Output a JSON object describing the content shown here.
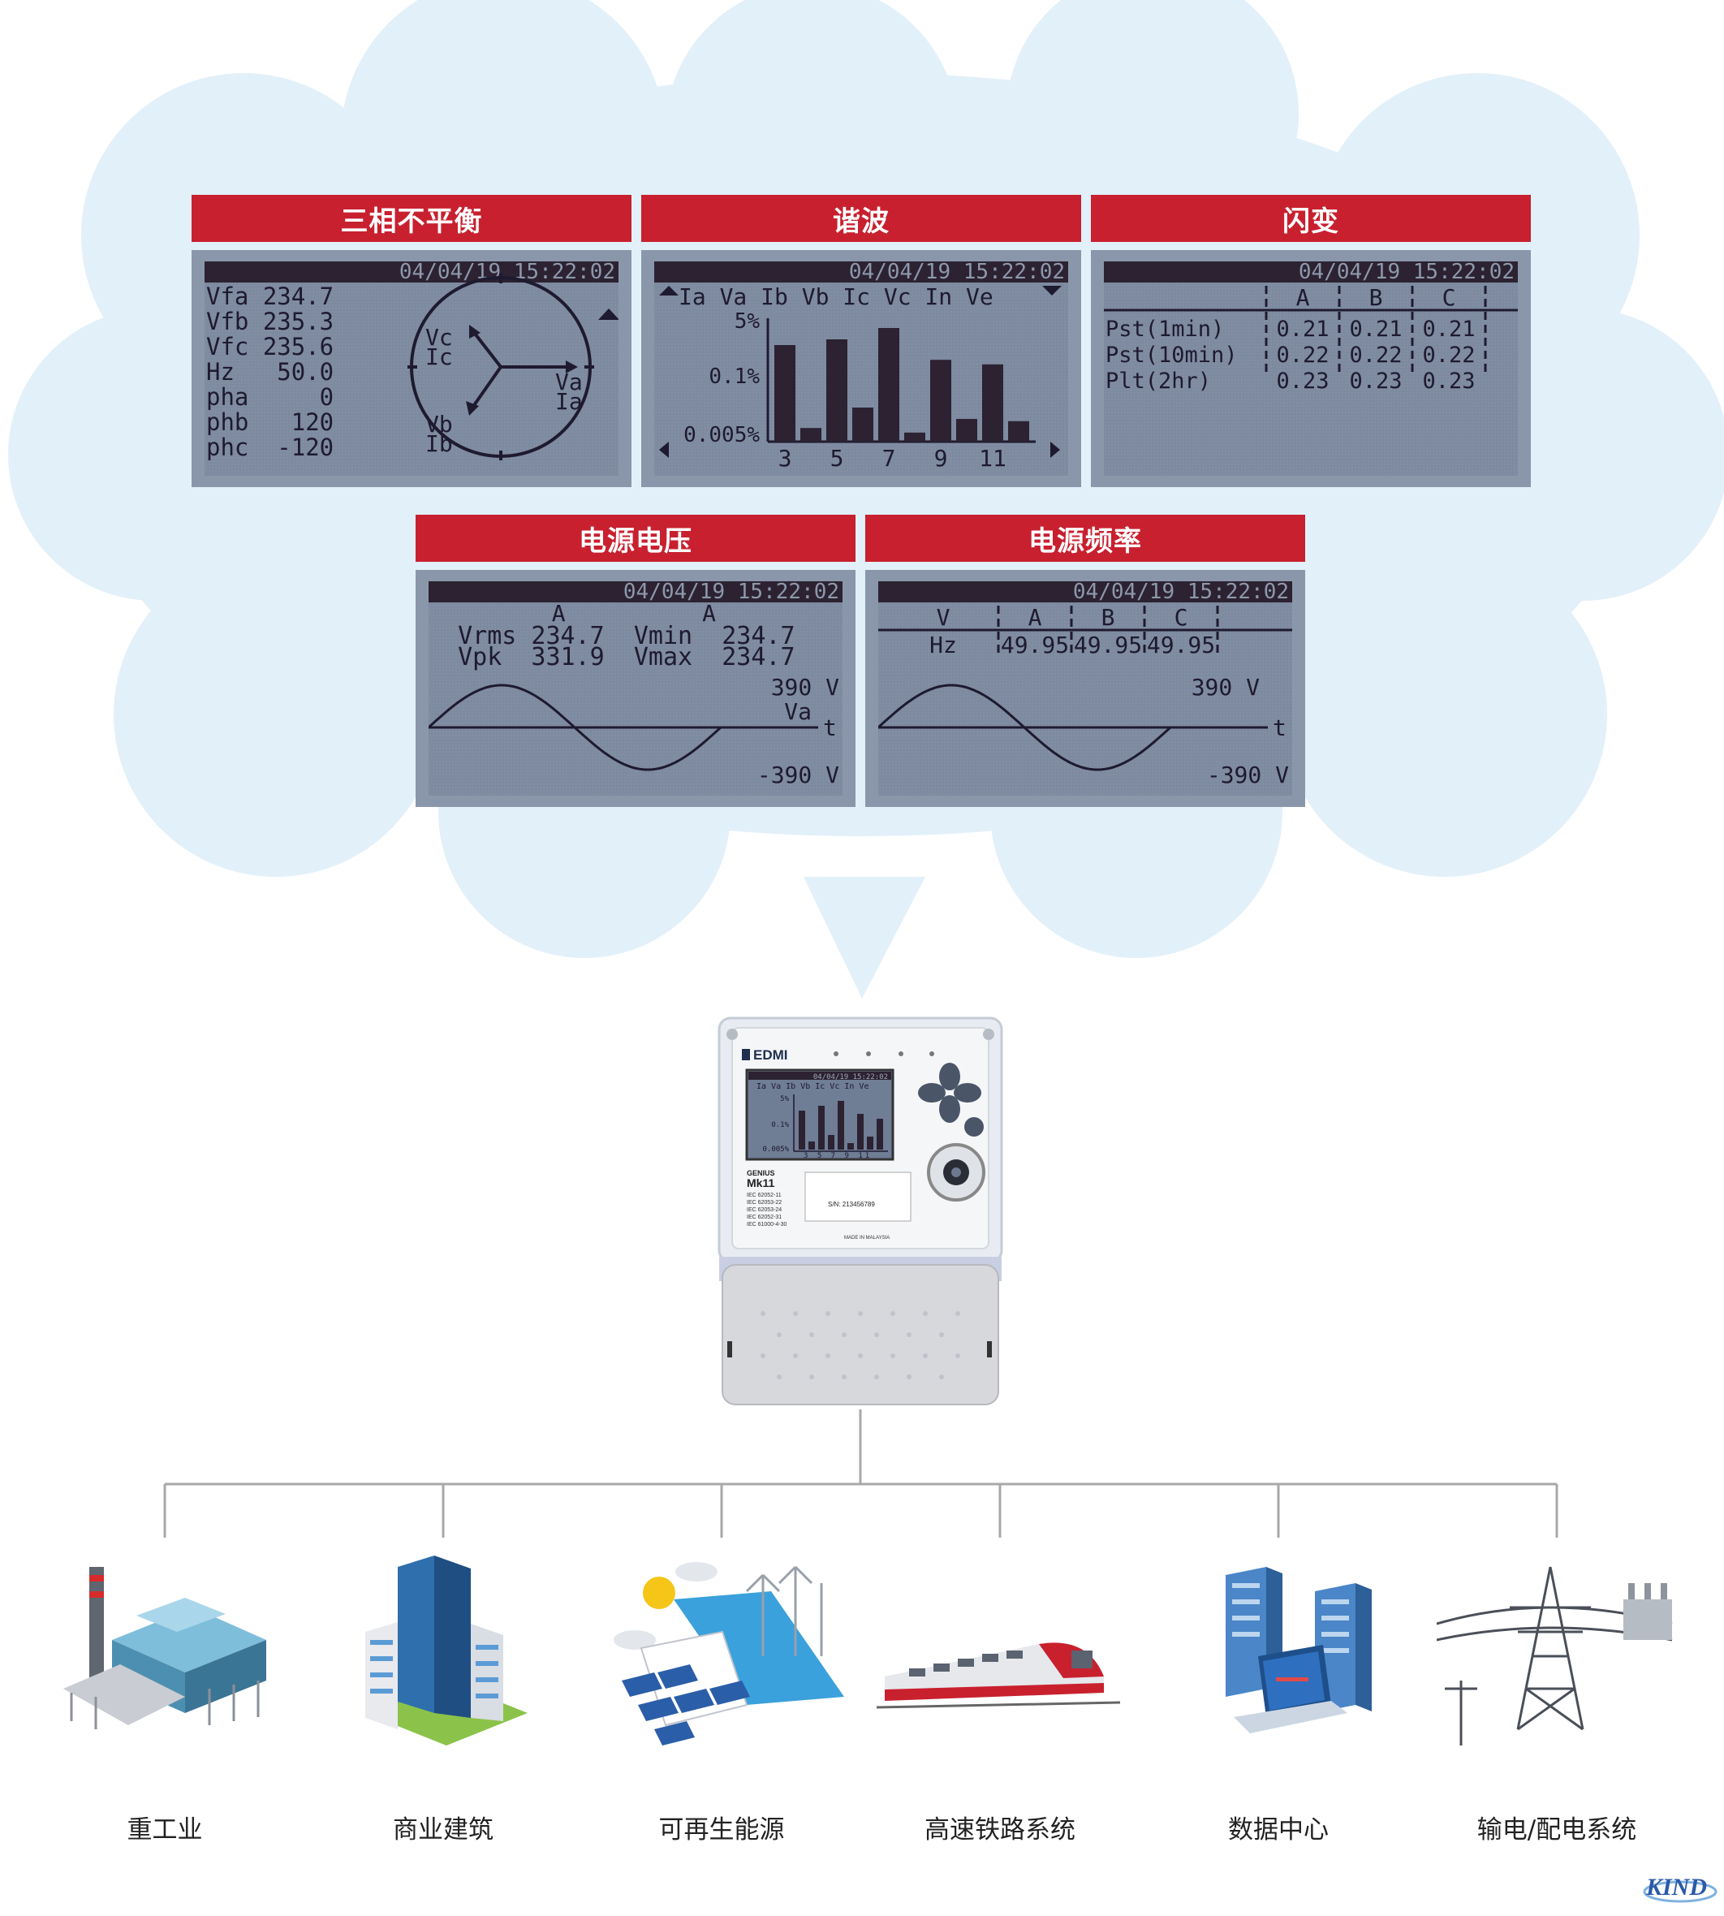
{
  "panels": {
    "unbalance": {
      "title": "三相不平衡",
      "timestamp": "04/04/19  15:22:02",
      "rows": [
        "Vfa 234.7",
        "Vfb 235.3",
        "Vfc 235.6",
        "Hz   50.0",
        "pha     0",
        "phb   120",
        "phc  -120"
      ],
      "phasor_labels": [
        "Vc",
        "Ic",
        "Va",
        "Ia",
        "Vb",
        "Ib"
      ]
    },
    "harmonics": {
      "title": "谐波",
      "timestamp": "04/04/19  15:22:02",
      "header": "Ia Va Ib Vb Ic Vc In Ve",
      "ylabels": [
        "5%",
        "0.1%",
        "0.005%"
      ],
      "xlabels": [
        "3",
        "5",
        "7",
        "9",
        "11"
      ]
    },
    "flicker": {
      "title": "闪变",
      "timestamp": "04/04/19  15:22:02",
      "columns": [
        "A",
        "B",
        "C"
      ],
      "rows": [
        {
          "label": "Pst(1min)",
          "values": [
            "0.21",
            "0.21",
            "0.21"
          ]
        },
        {
          "label": "Pst(10min)",
          "values": [
            "0.22",
            "0.22",
            "0.22"
          ]
        },
        {
          "label": "Plt(2hr)",
          "values": [
            "0.23",
            "0.23",
            "0.23"
          ]
        }
      ]
    },
    "voltage": {
      "title": "电源电压",
      "timestamp": "04/04/19  15:22:02",
      "line1": "         A          A",
      "line2": "  Vrms 234.7  Vmin  234.7",
      "line3": "  Vpk  331.9  Vmax  234.7",
      "vmax_label": "390 V",
      "phase_label": "Va",
      "t_label": "t",
      "vmin_label": "-390 V"
    },
    "frequency": {
      "title": "电源频率",
      "timestamp": "04/04/19  15:22:02",
      "header": [
        "V",
        "A",
        "B",
        "C"
      ],
      "row_label": "Hz",
      "values": [
        "49.95",
        "49.95",
        "49.95"
      ],
      "vmax_label": "390 V",
      "t_label": "t",
      "vmin_label": "-390 V"
    }
  },
  "meter": {
    "brand": "EDMI",
    "model_line1": "GENIUS",
    "model_line2": "Mk11",
    "standards": [
      "IEC 62052-11",
      "IEC 62053-22",
      "IEC 62053-24",
      "IEC 62052-31",
      "IEC 61000-4-30"
    ],
    "serial": "S/N: 213456789",
    "origin": "MADE IN MALAYSIA",
    "screen_timestamp": "04/04/19 15:22:02",
    "screen_header": "Ia Va Ib Vb Ic Vc In Ve",
    "screen_ylabels": [
      "5%",
      "0.1%",
      "0.005%"
    ],
    "screen_xlabels": "3 5 7 9 11"
  },
  "categories": [
    {
      "label": "重工业",
      "icon": "heavy-industry-icon"
    },
    {
      "label": "商业建筑",
      "icon": "commercial-building-icon"
    },
    {
      "label": "可再生能源",
      "icon": "renewable-energy-icon"
    },
    {
      "label": "高速铁路系统",
      "icon": "high-speed-rail-icon"
    },
    {
      "label": "数据中心",
      "icon": "data-center-icon"
    },
    {
      "label": "输电/配电系统",
      "icon": "power-transmission-icon"
    }
  ],
  "logo_text": "KIND",
  "colors": {
    "title_red": "#c8202f",
    "lcd_blue": "#7d8aa0",
    "cloud_fill": "#e2f0f9"
  }
}
